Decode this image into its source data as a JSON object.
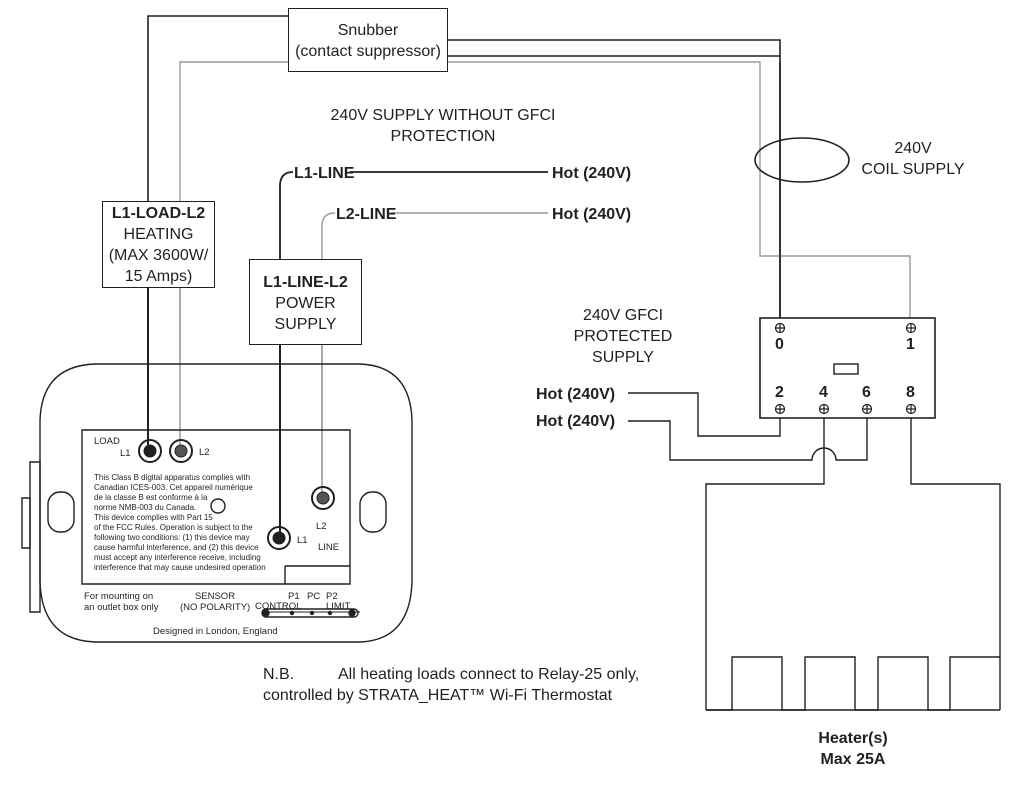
{
  "snubber": {
    "title": "Snubber",
    "subtitle": "(contact suppressor)"
  },
  "supply_no_gfci": {
    "line1": "240V SUPPLY WITHOUT GFCI",
    "line2": "PROTECTION"
  },
  "coil_supply": {
    "line1": "240V",
    "line2": "COIL SUPPLY"
  },
  "l1_line": "L1-LINE",
  "l2_line": "L2-LINE",
  "hot_top_1": "Hot (240V)",
  "hot_top_2": "Hot (240V)",
  "load_box": {
    "line1": "L1-LOAD-L2",
    "line2": "HEATING",
    "line3": "(MAX 3600W/",
    "line4": "15 Amps)"
  },
  "power_box": {
    "line1": "L1-LINE-L2",
    "line2": "POWER",
    "line3": "SUPPLY"
  },
  "gfci_supply": {
    "line1": "240V GFCI",
    "line2": "PROTECTED",
    "line3": "SUPPLY"
  },
  "hot_gfci_1": "Hot (240V)",
  "hot_gfci_2": "Hot (240V)",
  "relay_terminals": {
    "t0": "0",
    "t1": "1",
    "t2": "2",
    "t4": "4",
    "t6": "6",
    "t8": "8"
  },
  "thermostat": {
    "load": "LOAD",
    "l1_load": "L1",
    "l2_load": "L2",
    "l1_line": "L1",
    "l2_line": "L2",
    "line": "LINE",
    "compliance": [
      "This Class B digital apparatus complies with",
      "Canadian ICES-003. Cet appareil numérique",
      "de la classe B est conforme à la",
      "norme NMB-003 du Canada.",
      "This device complies with Part 15",
      "of the FCC Rules. Operation is subject to the",
      "following two conditions: (1) this device may",
      "cause harmful interference, and (2) this device",
      "must accept any interference receive, including",
      "interference that may cause undesired operation"
    ],
    "mounting": [
      "For mounting on",
      "an outlet box only"
    ],
    "sensor": [
      "SENSOR",
      "(NO POLARITY)"
    ],
    "control": "CONTROL",
    "p1": "P1",
    "pc": "PC",
    "p2": "P2",
    "limit": "LIMIT",
    "designed": "Designed in London, England"
  },
  "note": {
    "prefix": "N.B.",
    "line1": "All heating loads connect to Relay-25 only,",
    "line2": "controlled by STRATA_HEAT™ Wi-Fi Thermostat"
  },
  "heater": {
    "line1": "Heater(s)",
    "line2": "Max 25A"
  }
}
